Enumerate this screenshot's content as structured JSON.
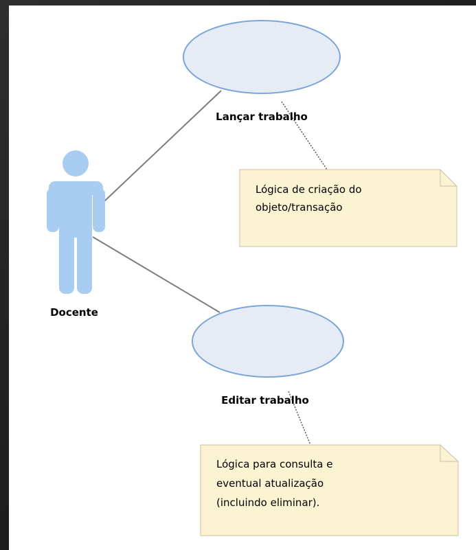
{
  "diagram": {
    "actor": {
      "name": "Docente"
    },
    "use_cases": [
      {
        "name": "Lançar trabalho"
      },
      {
        "name": "Editar trabalho"
      }
    ],
    "notes": [
      {
        "lines": [
          "Lógica de criação do",
          "objeto/transação"
        ]
      },
      {
        "lines": [
          "Lógica para consulta e",
          "eventual atualização",
          "(incluindo eliminar)."
        ]
      }
    ],
    "colors": {
      "use_case_fill": "#e6ecf6",
      "use_case_stroke": "#7aa6d8",
      "actor_fill": "#a8cdf0",
      "note_fill": "#fbf3d2",
      "note_stroke": "#c8c0a0",
      "connector": "#7c7c7c"
    }
  }
}
